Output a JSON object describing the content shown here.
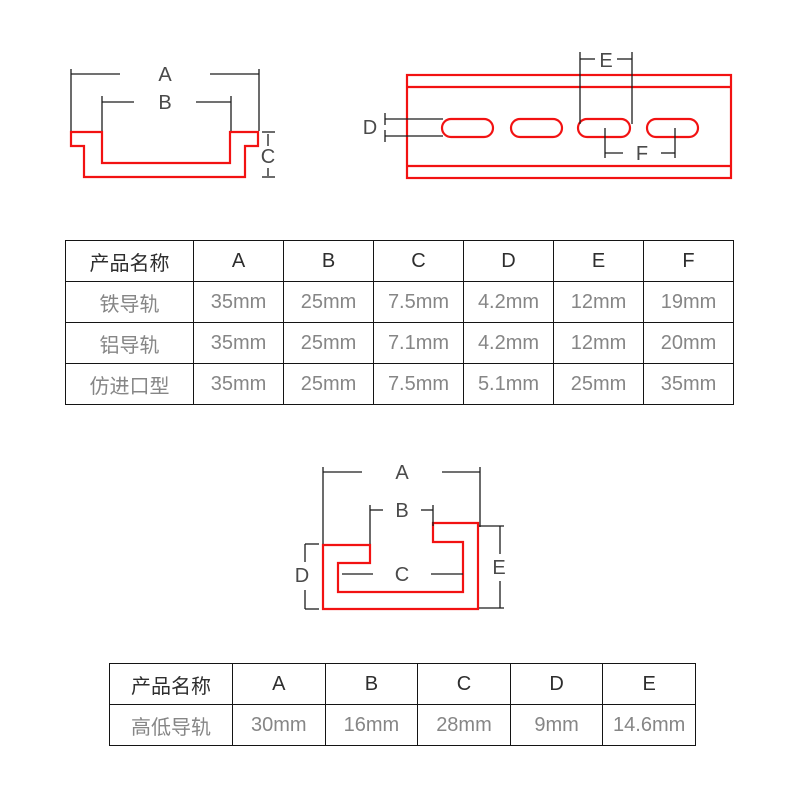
{
  "colors": {
    "outline_red": "#f21212",
    "dimension_line": "#1c1c1c",
    "table_border": "#141414",
    "header_text": "#2e2e2e",
    "value_text": "#868686"
  },
  "diagrams": {
    "cross_section": {
      "labels": {
        "a": "A",
        "b": "B",
        "c": "C"
      }
    },
    "top_view": {
      "labels": {
        "d": "D",
        "e": "E",
        "f": "F"
      }
    },
    "high_low": {
      "labels": {
        "a": "A",
        "b": "B",
        "c": "C",
        "d": "D",
        "e": "E"
      }
    }
  },
  "rail_spec_table": {
    "headers": [
      "产品名称",
      "A",
      "B",
      "C",
      "D",
      "E",
      "F"
    ],
    "rows": [
      [
        "铁导轨",
        "35mm",
        "25mm",
        "7.5mm",
        "4.2mm",
        "12mm",
        "19mm"
      ],
      [
        "铝导轨",
        "35mm",
        "25mm",
        "7.1mm",
        "4.2mm",
        "12mm",
        "20mm"
      ],
      [
        "仿进口型",
        "35mm",
        "25mm",
        "7.5mm",
        "5.1mm",
        "25mm",
        "35mm"
      ]
    ]
  },
  "high_low_table": {
    "headers": [
      "产品名称",
      "A",
      "B",
      "C",
      "D",
      "E"
    ],
    "rows": [
      [
        "高低导轨",
        "30mm",
        "16mm",
        "28mm",
        "9mm",
        "14.6mm"
      ]
    ]
  }
}
